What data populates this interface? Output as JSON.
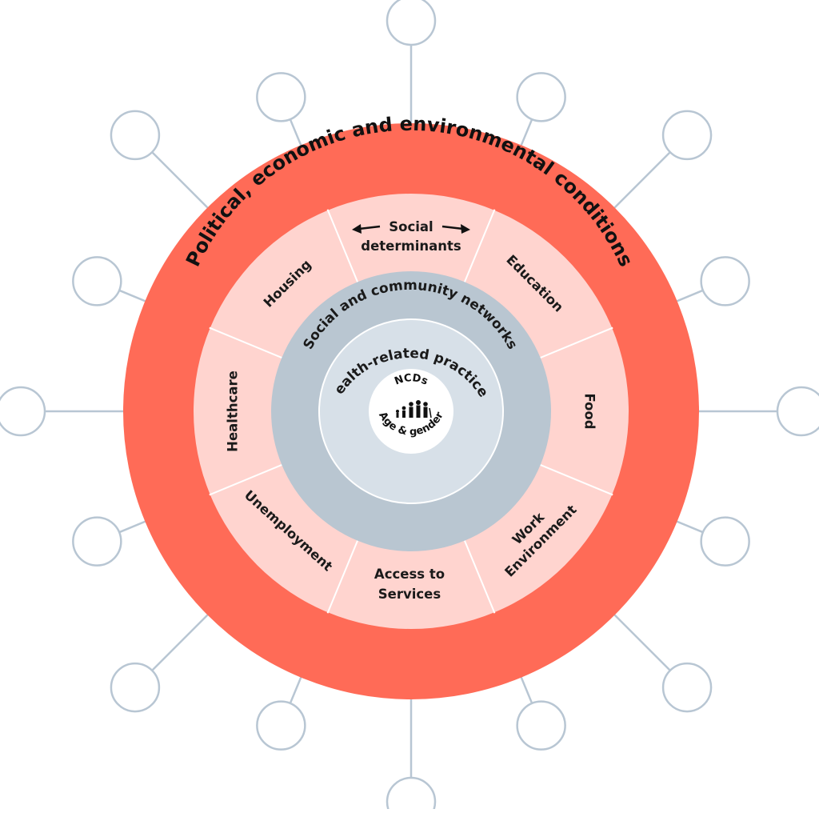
{
  "colors": {
    "outer_ring": "#ff6b57",
    "determinant_ring": "#ffd4cf",
    "networks_ring": "#b9c6d1",
    "practices_disc": "#d7e0e8",
    "core": "#ffffff",
    "spokes": "#b8c6d3"
  },
  "rings": {
    "outer": "Political, economic and environmental conditions",
    "networks": "Social and community networks",
    "practices": "Health-related practices",
    "core_top": "NCDs",
    "core_bottom": "Age & gender",
    "core_icon": "family-age-figures-icon"
  },
  "determinants": {
    "header_line1": "Social",
    "header_line2": "determinants",
    "education": "Education",
    "food": "Food",
    "work_line1": "Work",
    "work_line2": "Environment",
    "access_line1": "Access to",
    "access_line2": "Services",
    "unemployment": "Unemployment",
    "healthcare": "Healthcare",
    "housing": "Housing"
  },
  "spoke_count": 16
}
